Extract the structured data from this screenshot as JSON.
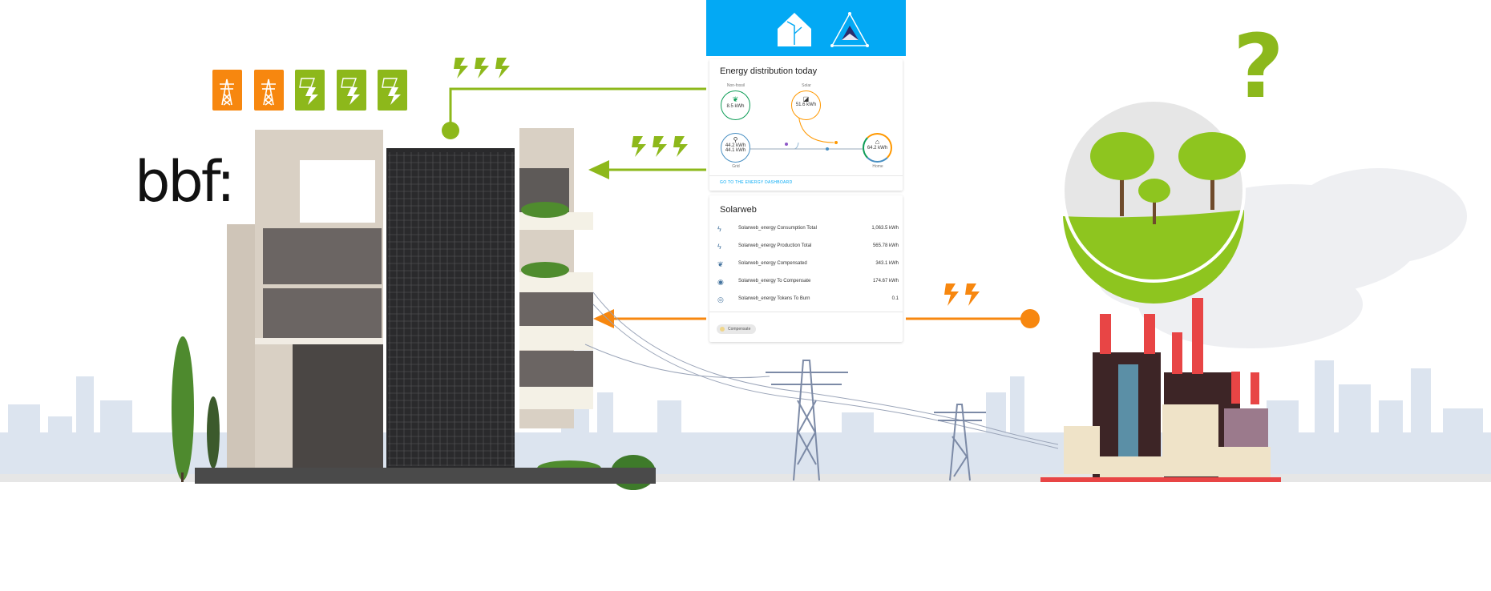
{
  "logo": {
    "text": "bbf:"
  },
  "tiles": [
    {
      "kind": "grid",
      "color": "#f7870f",
      "icon": "pylon-icon"
    },
    {
      "kind": "grid",
      "color": "#f7870f",
      "icon": "pylon-icon"
    },
    {
      "kind": "solar",
      "color": "#8db81b",
      "icon": "solar-bolt-icon"
    },
    {
      "kind": "solar",
      "color": "#8db81b",
      "icon": "solar-bolt-icon"
    },
    {
      "kind": "solar",
      "color": "#8db81b",
      "icon": "solar-bolt-icon"
    }
  ],
  "colors": {
    "green": "#8db81b",
    "orange": "#f7870f",
    "header_blue": "#03a9f4",
    "sky": "#dce4ef"
  },
  "energy_card": {
    "title": "Energy distribution today",
    "nodes": {
      "non_fossil": {
        "label": "Non-fossil",
        "value": "8.5 kWh",
        "color": "#0f9d58"
      },
      "solar": {
        "label": "Solar",
        "value": "51.6 kWh",
        "color": "#ff9800"
      },
      "grid": {
        "label": "Grid",
        "in": "44.2 kWh",
        "out": "44.1 kWh",
        "color": "#488fc2"
      },
      "home": {
        "label": "Home",
        "value": "64.2 kWh",
        "color": "#333333"
      }
    },
    "link": "GO TO THE ENERGY DASHBOARD"
  },
  "solarweb_card": {
    "title": "Solarweb",
    "rows": [
      {
        "icon": "bolt-icon",
        "name": "Solarweb_energy Consumption Total",
        "value": "1,063.5 kWh"
      },
      {
        "icon": "bolt-icon",
        "name": "Solarweb_energy Production Total",
        "value": "565.78 kWh"
      },
      {
        "icon": "leaf-icon",
        "name": "Solarweb_energy Compensated",
        "value": "343.1 kWh"
      },
      {
        "icon": "compensate-icon",
        "name": "Solarweb_energy To Compensate",
        "value": "174.67 kWh"
      },
      {
        "icon": "token-icon",
        "name": "Solarweb_energy Tokens To Burn",
        "value": "0.1"
      }
    ],
    "chip": "Compensate"
  },
  "question_mark": "?"
}
